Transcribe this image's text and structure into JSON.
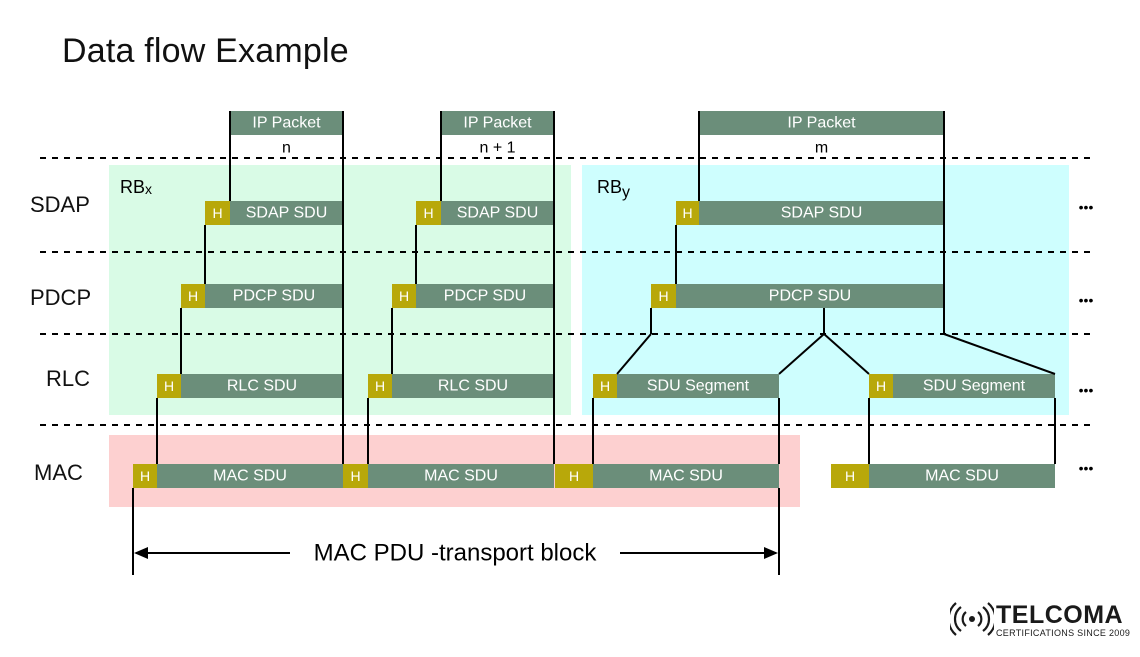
{
  "title": "Data flow Example",
  "layers": [
    "SDAP",
    "PDCP",
    "RLC",
    "MAC"
  ],
  "rb_labels": {
    "rbx": {
      "main": "RB",
      "sub": "x"
    },
    "rby": {
      "main": "RB",
      "sub": "y"
    }
  },
  "header_label": "H",
  "ip_packets": [
    {
      "label": "IP Packet",
      "id": "n"
    },
    {
      "label": "IP Packet",
      "id": "n + 1"
    },
    {
      "label": "IP Packet",
      "id": "m"
    }
  ],
  "sdu_labels": {
    "sdap": "SDAP SDU",
    "pdcp": "PDCP SDU",
    "rlc": "RLC SDU",
    "segment": "SDU Segment",
    "mac": "MAC SDU"
  },
  "ellipsis": "•••",
  "mac_pdu_label": "MAC PDU -transport block",
  "logo": {
    "name": "TELCOMA",
    "tagline": "CERTIFICATIONS SINCE 2009"
  },
  "colors": {
    "rbx_fill": "#d9fbe6",
    "rby_fill": "#cefefe",
    "mac_fill": "#fdd0d0",
    "sdu_fill": "#6b8e7a",
    "header_fill": "#b8a80a"
  }
}
